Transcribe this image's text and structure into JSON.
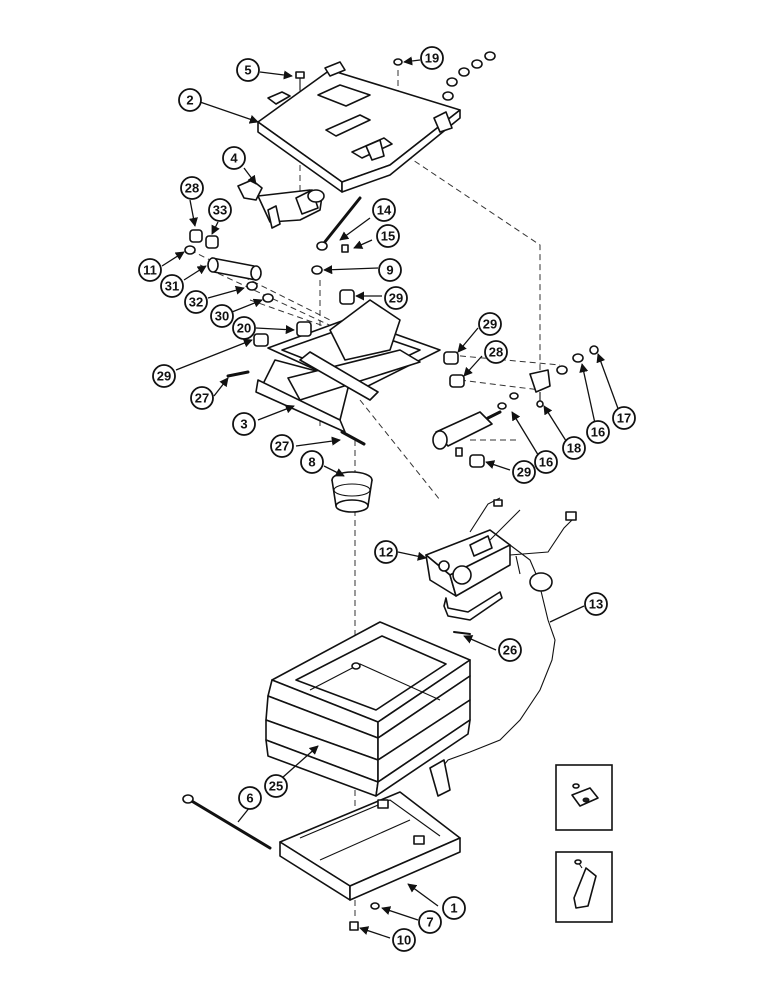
{
  "callouts": [
    "1",
    "2",
    "3",
    "4",
    "5",
    "6",
    "7",
    "8",
    "9",
    "10",
    "11",
    "12",
    "13",
    "14",
    "15",
    "16",
    "16",
    "17",
    "18",
    "19",
    "20",
    "25",
    "26",
    "27",
    "27",
    "28",
    "28",
    "29",
    "29",
    "29",
    "29",
    "30",
    "31",
    "32",
    "33"
  ]
}
